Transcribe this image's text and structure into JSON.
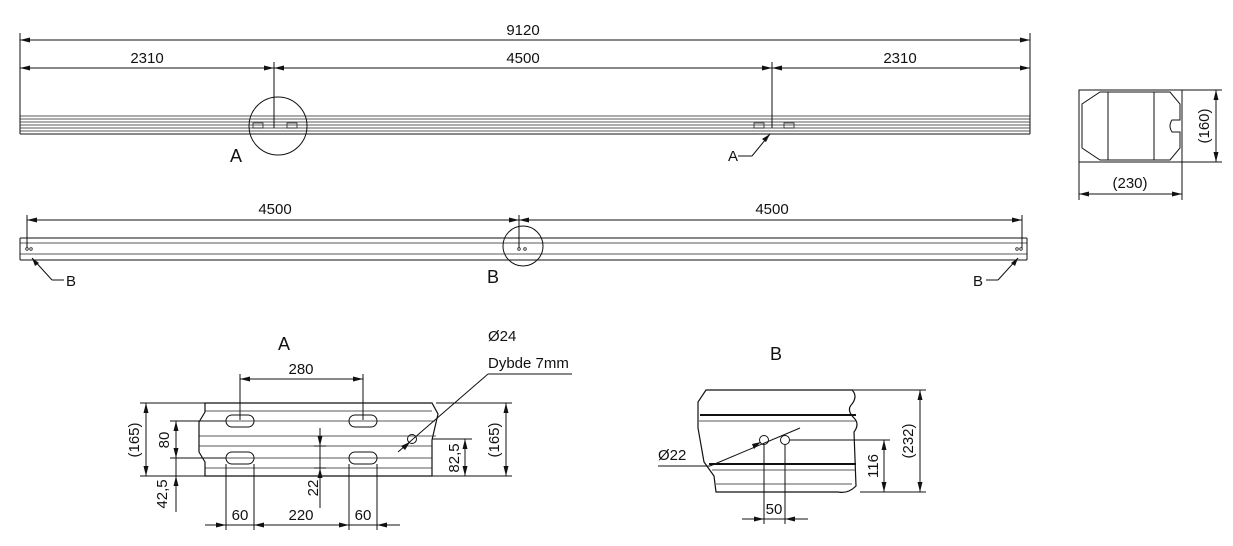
{
  "top_view": {
    "overall": "9120",
    "left": "2310",
    "middle": "4500",
    "right": "2310",
    "callout_a_big": "A",
    "callout_a_small": "A"
  },
  "section": {
    "height": "(160)",
    "width": "(230)"
  },
  "side_view": {
    "left": "4500",
    "right": "4500",
    "callout_b_left": "B",
    "callout_b_center": "B",
    "callout_b_right": "B"
  },
  "detail_a": {
    "title": "A",
    "hole_dia": "Ø24",
    "hole_depth": "Dybde 7mm",
    "slot_spacing": "280",
    "height_left": "(165)",
    "inner_height": "80",
    "bottom_offset": "42,5",
    "gap": "22",
    "hole_height": "82,5",
    "height_right": "(165)",
    "slot_width_left": "60",
    "slot_gap": "220",
    "slot_width_right": "60"
  },
  "detail_b": {
    "title": "B",
    "hole_dia": "Ø22",
    "hole_height": "116",
    "total_height": "(232)",
    "hole_spacing": "50"
  }
}
